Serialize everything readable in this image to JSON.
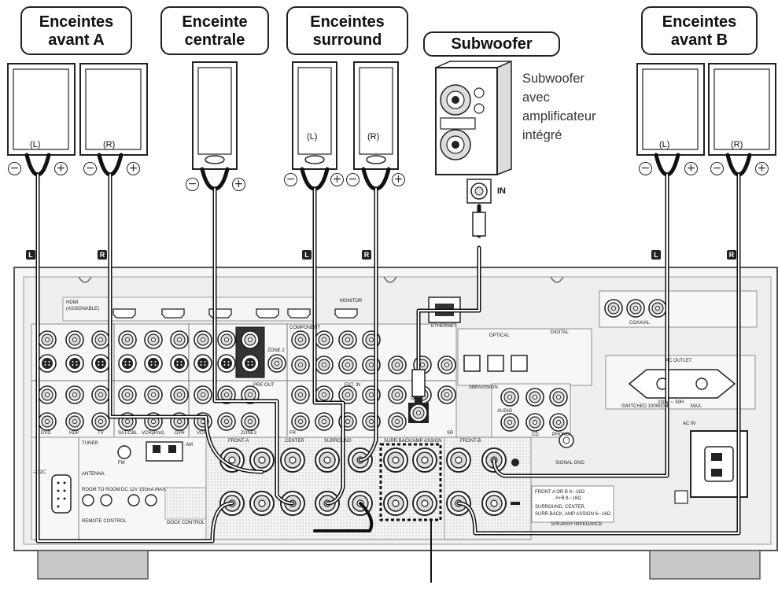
{
  "labels": {
    "front_a": [
      "Enceintes",
      "avant A"
    ],
    "center": [
      "Enceinte",
      "centrale"
    ],
    "surround": [
      "Enceintes",
      "surround"
    ],
    "subwoofer": "Subwoofer",
    "front_b": [
      "Enceintes",
      "avant B"
    ]
  },
  "subwoofer_desc": [
    "Subwoofer",
    "avec",
    "amplificateur",
    "intégré"
  ],
  "subwoofer_input": "IN",
  "channels": {
    "left": "(L)",
    "right": "(R)"
  },
  "cable_markers": {
    "left": "L",
    "right": "R"
  },
  "polarity": {
    "minus": "−",
    "plus": "+"
  },
  "panel_labels": {
    "hdmi": "HDMI",
    "hdmi_assign": "(ASSIGNABLE)",
    "monitor": "MONITOR",
    "component": "COMPONENT",
    "optical": "OPTICAL",
    "digital": "DIGITAL",
    "coaxial": "COAXIAL",
    "ethernet": "ETHERNET",
    "ac_outlet": "AC OUTLET",
    "ac_spec": "230V ∼ 50H",
    "ac_switched": "SWITCHED 100W(0.4",
    "ac_max": "MAX.",
    "tuner": "TUNER",
    "antenna": "ANTENNA",
    "am": "AM",
    "fm": "FM",
    "rs232c": "-232C",
    "room_to_room": "ROOM TO ROOM",
    "remote_control": "REMOTE CONTROL",
    "trigger": "DC 12V 150mA MAX.",
    "dock_control": "DOCK CONTROL",
    "front_a": "FRONT-A",
    "front_b": "FRONT-B",
    "center": "CENTER",
    "surround": "SURROUND",
    "surr_back": "SURR.BACK/AMP ASSIGN",
    "ac_in": "AC IN",
    "signal_gnd": "SIGNAL GND",
    "impedance_front": "FRONT  A OR B  6∼16Ω",
    "impedance_ab": "A+B  8∼16Ω",
    "impedance_surround": "SURROUND, CENTER,",
    "impedance_surrback": "SURR.BACK, AMP ASSIGN  6∼16Ω",
    "impedance_title": "SPEAKER IMPEDANCE",
    "phono": "PHONO",
    "cd": "CD",
    "audio": "AUDIO",
    "dvd": "DVD",
    "hdp": "HDP",
    "tv": "TV",
    "sat_cbl": "SAT/CBL",
    "vcr_ipod": "VCR(iPod)",
    "dvr": "DVR",
    "vcr": "VCR",
    "zone2": "ZONE 2",
    "zone3": "ZONE3",
    "pre_out": "PRE OUT",
    "sw": "SW",
    "fr": "FR",
    "sr": "SR",
    "ext_in": "EXT. IN",
    "sbr_assign": "SBR/ASSIGN"
  },
  "colors": {
    "outline": "#222222",
    "panel": "#efefef",
    "panel_edge": "#9a9a9a",
    "jack_fill": "#dcdcdc",
    "cable": "#111111",
    "foot": "#c8c8c8"
  }
}
